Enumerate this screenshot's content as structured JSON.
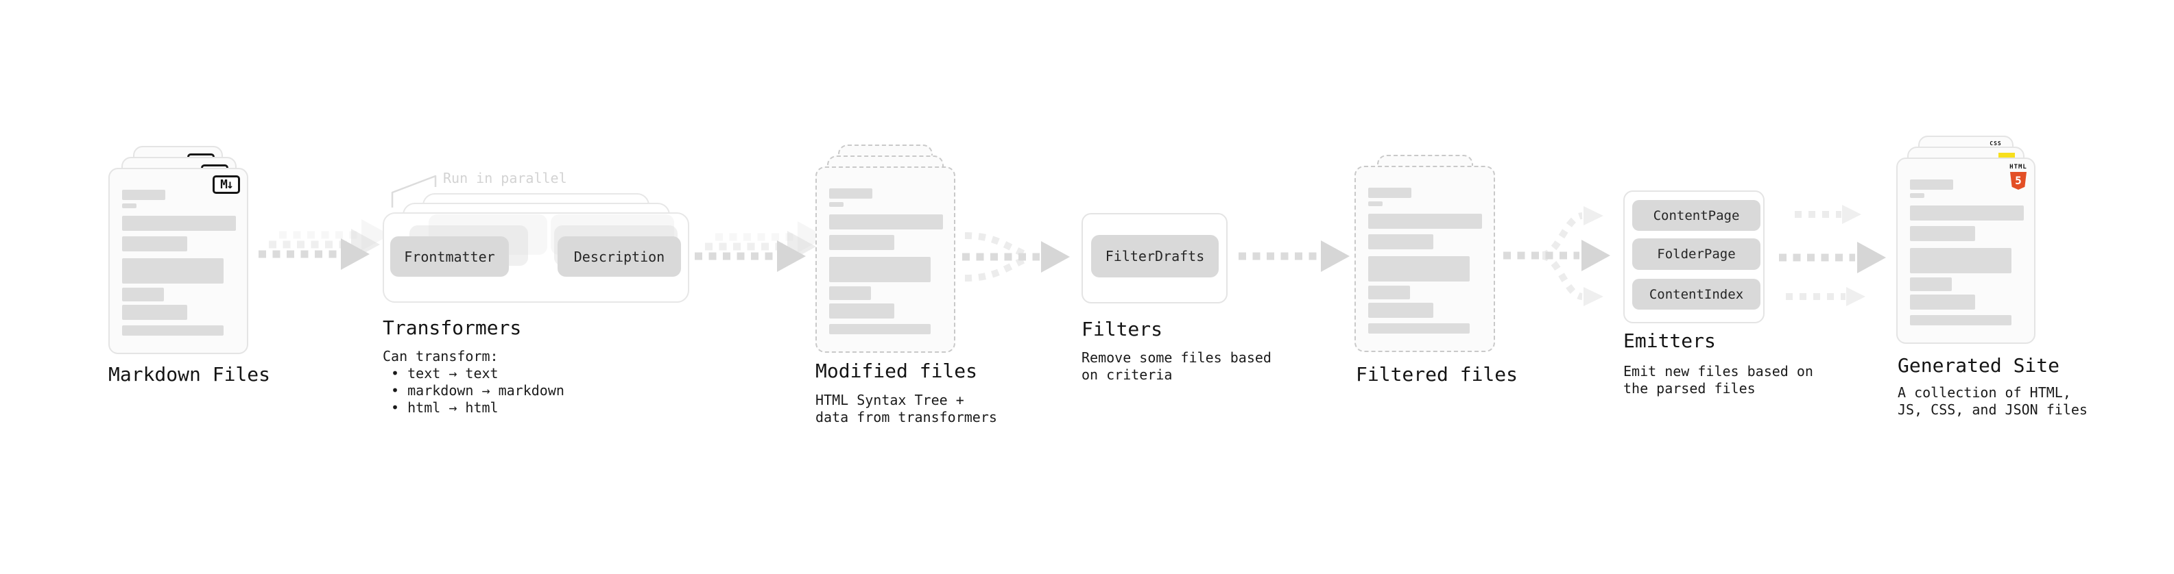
{
  "stages": {
    "markdown_files": {
      "label": "Markdown Files",
      "badge": "M↓"
    },
    "transformers": {
      "label": "Transformers",
      "callout": "Run in parallel",
      "plugins": [
        "Frontmatter",
        "Description"
      ],
      "description": "Can transform:\n • text → text\n • markdown → markdown\n • html → html"
    },
    "modified_files": {
      "label": "Modified files",
      "description": "HTML Syntax Tree +\ndata from transformers"
    },
    "filters": {
      "label": "Filters",
      "plugins": [
        "FilterDrafts"
      ],
      "description": "Remove some files based\non criteria"
    },
    "filtered_files": {
      "label": "Filtered files"
    },
    "emitters": {
      "label": "Emitters",
      "plugins": [
        "ContentPage",
        "FolderPage",
        "ContentIndex"
      ],
      "description": "Emit new files based on\nthe parsed files"
    },
    "generated_site": {
      "label": "Generated Site",
      "description": "A collection of HTML,\nJS, CSS, and JSON files",
      "badges": {
        "html_text": "HTML",
        "html_number": "5",
        "css_text": "CSS"
      }
    }
  },
  "colors": {
    "card_bg": "#fbfbfb",
    "card_border": "#e4e4e4",
    "dashed_border": "#c9c9c9",
    "skeleton": "#dcdcdc",
    "button_bg": "#d9d9d9",
    "arrow": "#dbdbdb",
    "arrow_head": "#d6d6d6",
    "arrow_light": "#ececec",
    "text": "#1a1a1a",
    "muted_callout": "#d3d3d3",
    "html5_orange": "#e34f26",
    "js_yellow": "#f7df1e",
    "css_blue": "#2e6ff2"
  }
}
